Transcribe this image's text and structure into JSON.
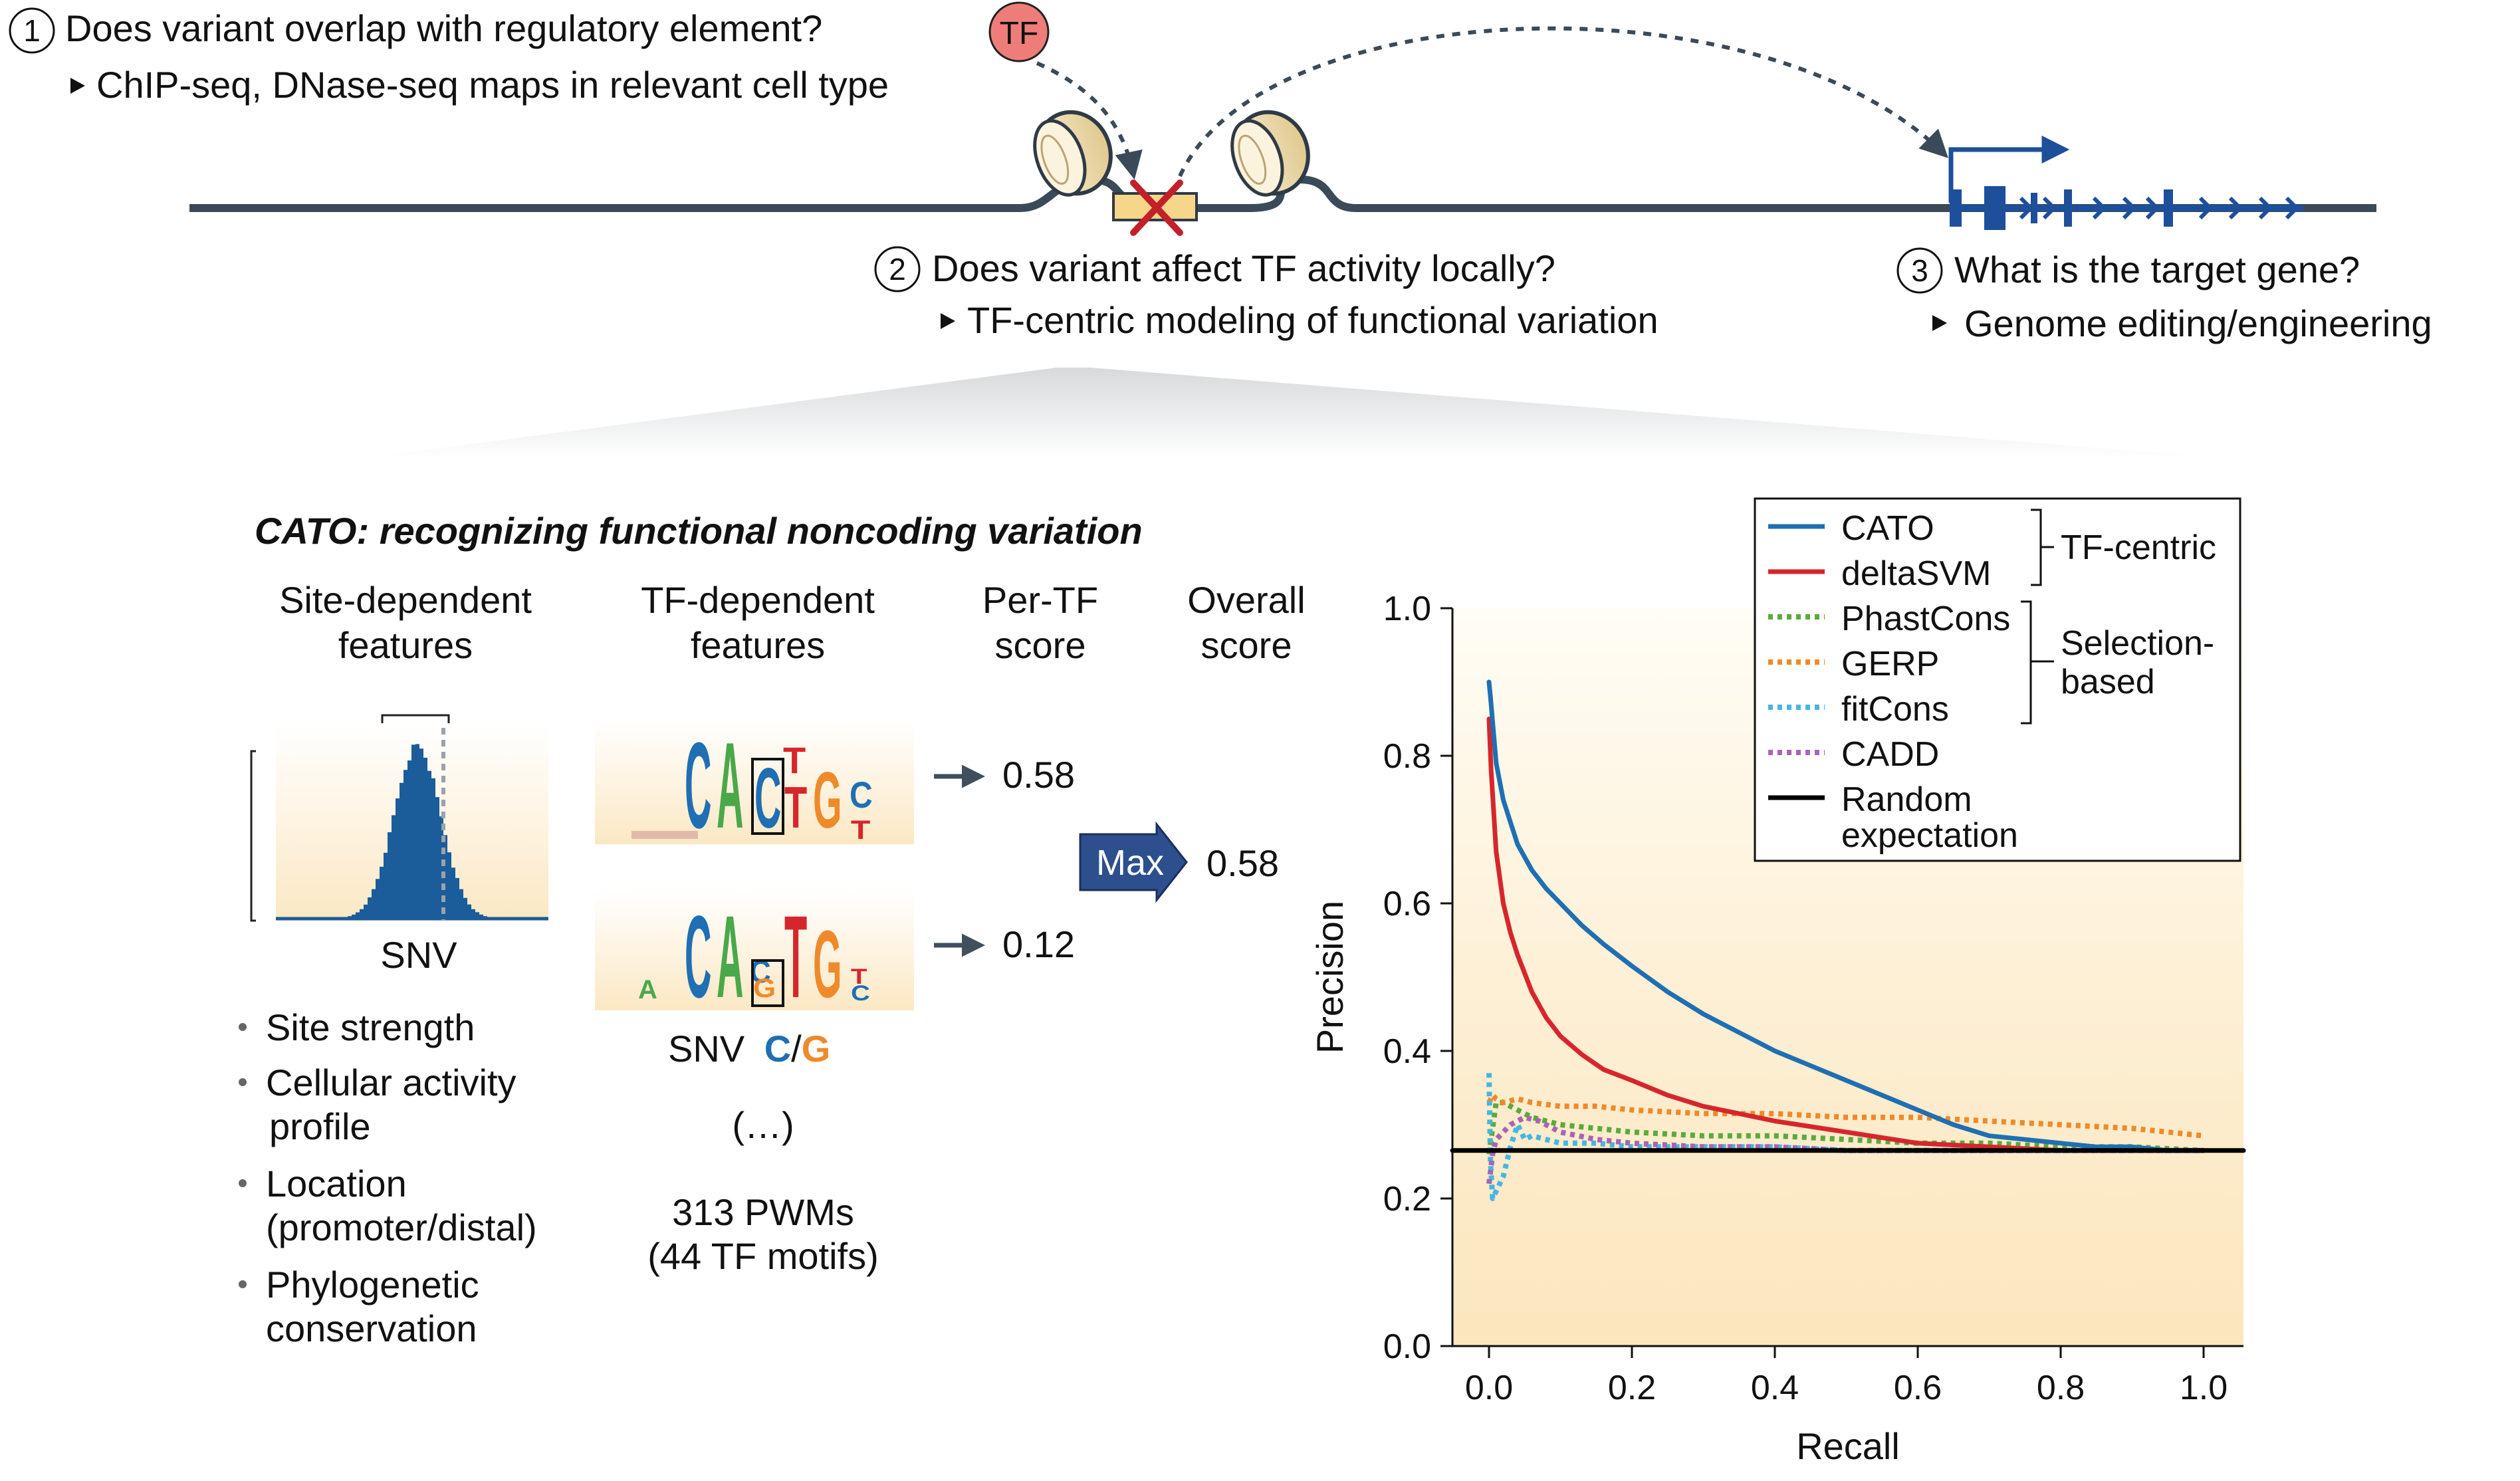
{
  "top": {
    "q1": {
      "num": "1",
      "text": "Does variant overlap with regulatory element?",
      "sub": "ChIP-seq, DNase-seq maps in relevant cell type"
    },
    "tf_badge": "TF",
    "q2": {
      "num": "2",
      "text": "Does variant affect TF activity locally?",
      "sub": "TF-centric modeling of functional variation"
    },
    "q3": {
      "num": "3",
      "text": "What is the target gene?",
      "sub": "Genome editing/engineering"
    }
  },
  "cato": {
    "title": "CATO: recognizing functional noncoding variation",
    "col_site": [
      "Site-dependent",
      "features"
    ],
    "col_tf": [
      "TF-dependent",
      "features"
    ],
    "col_pertf": [
      "Per-TF",
      "score"
    ],
    "col_overall": [
      "Overall",
      "score"
    ],
    "snv_label": "SNV",
    "snv_alleles": {
      "prefix": "SNV",
      "ref": "C",
      "sep": "/",
      "alt": "G"
    },
    "score1": "0.58",
    "score2": "0.12",
    "max_label": "Max",
    "overall_score": "0.58",
    "ellipsis": "(…)",
    "pwm_count": "313 PWMs",
    "motif_count": "(44 TF motifs)",
    "site_features": [
      [
        "Site strength"
      ],
      [
        "Cellular activity",
        "profile"
      ],
      [
        "Location",
        "(promoter/distal)"
      ],
      [
        "Phylogenetic",
        "conservation"
      ]
    ],
    "logo1_letters": "CACTGC",
    "logo2_letters": "CACGTGT"
  },
  "colors": {
    "cato": "#1f6fb2",
    "deltasvm": "#d6262c",
    "phastcons": "#5aaa3c",
    "gerp": "#ef8a2a",
    "fitcons": "#45b6e3",
    "cadd": "#a765b5",
    "random": "#000000",
    "dna": "#3a4a58",
    "gene": "#1e4f9a",
    "max_arrow": "#2d4f8e"
  },
  "chart_data": {
    "type": "line",
    "xlabel": "Recall",
    "ylabel": "Precision",
    "xlim": [
      0,
      1
    ],
    "ylim": [
      0,
      1
    ],
    "xticks": [
      "0.0",
      "0.2",
      "0.4",
      "0.6",
      "0.8",
      "1.0"
    ],
    "yticks": [
      "0.0",
      "0.2",
      "0.4",
      "0.6",
      "0.8",
      "1.0"
    ],
    "legend_placement": "top-right",
    "legend_groups": [
      {
        "label": "TF-centric",
        "members": [
          "CATO",
          "deltaSVM"
        ]
      },
      {
        "label": "Selection-based",
        "lines": [
          "Selection-",
          "based"
        ],
        "members": [
          "PhastCons",
          "GERP",
          "fitCons",
          "CADD"
        ]
      }
    ],
    "series": [
      {
        "name": "CATO",
        "style": "solid",
        "color": "#1f6fb2",
        "x": [
          0.0,
          0.002,
          0.01,
          0.02,
          0.04,
          0.06,
          0.08,
          0.1,
          0.13,
          0.16,
          0.2,
          0.25,
          0.3,
          0.35,
          0.4,
          0.45,
          0.5,
          0.55,
          0.6,
          0.65,
          0.7,
          0.75,
          0.8,
          0.85,
          0.9,
          0.95,
          1.0
        ],
        "y": [
          0.9,
          0.88,
          0.79,
          0.74,
          0.68,
          0.645,
          0.62,
          0.6,
          0.57,
          0.545,
          0.515,
          0.48,
          0.45,
          0.425,
          0.4,
          0.38,
          0.36,
          0.34,
          0.32,
          0.3,
          0.285,
          0.28,
          0.275,
          0.27,
          0.27,
          0.265,
          0.265
        ]
      },
      {
        "name": "deltaSVM",
        "style": "solid",
        "color": "#d6262c",
        "x": [
          0.0,
          0.003,
          0.01,
          0.02,
          0.03,
          0.04,
          0.06,
          0.08,
          0.1,
          0.13,
          0.16,
          0.2,
          0.25,
          0.3,
          0.35,
          0.4,
          0.5,
          0.6,
          0.7,
          0.8,
          0.9,
          1.0
        ],
        "y": [
          0.85,
          0.78,
          0.67,
          0.6,
          0.56,
          0.53,
          0.48,
          0.445,
          0.42,
          0.395,
          0.375,
          0.36,
          0.34,
          0.325,
          0.315,
          0.305,
          0.29,
          0.275,
          0.27,
          0.265,
          0.265,
          0.265
        ]
      },
      {
        "name": "PhastCons",
        "style": "dotted",
        "color": "#5aaa3c",
        "x": [
          0.0,
          0.01,
          0.02,
          0.04,
          0.06,
          0.08,
          0.1,
          0.15,
          0.2,
          0.3,
          0.4,
          0.5,
          0.6,
          0.7,
          0.8,
          0.9,
          1.0
        ],
        "y": [
          0.26,
          0.33,
          0.33,
          0.32,
          0.31,
          0.305,
          0.3,
          0.295,
          0.29,
          0.285,
          0.285,
          0.28,
          0.275,
          0.275,
          0.27,
          0.27,
          0.265
        ]
      },
      {
        "name": "GERP",
        "style": "dotted",
        "color": "#ef8a2a",
        "x": [
          0.0,
          0.005,
          0.01,
          0.02,
          0.04,
          0.06,
          0.1,
          0.15,
          0.2,
          0.3,
          0.4,
          0.5,
          0.6,
          0.7,
          0.8,
          0.9,
          0.95,
          1.0
        ],
        "y": [
          0.33,
          0.34,
          0.335,
          0.33,
          0.335,
          0.33,
          0.325,
          0.325,
          0.32,
          0.315,
          0.315,
          0.31,
          0.31,
          0.305,
          0.3,
          0.295,
          0.29,
          0.285
        ]
      },
      {
        "name": "fitCons",
        "style": "dotted",
        "color": "#45b6e3",
        "x": [
          0.0,
          0.002,
          0.005,
          0.01,
          0.02,
          0.03,
          0.04,
          0.05,
          0.06,
          0.08,
          0.1,
          0.15,
          0.2,
          0.3,
          0.4,
          0.5,
          0.6,
          0.8,
          1.0
        ],
        "y": [
          0.37,
          0.25,
          0.2,
          0.21,
          0.23,
          0.27,
          0.3,
          0.28,
          0.285,
          0.28,
          0.275,
          0.275,
          0.27,
          0.27,
          0.27,
          0.265,
          0.265,
          0.265,
          0.265
        ]
      },
      {
        "name": "CADD",
        "style": "dotted",
        "color": "#a765b5",
        "x": [
          0.0,
          0.005,
          0.01,
          0.02,
          0.03,
          0.05,
          0.07,
          0.1,
          0.15,
          0.2,
          0.3,
          0.4,
          0.5,
          0.6,
          0.8,
          1.0
        ],
        "y": [
          0.22,
          0.26,
          0.28,
          0.29,
          0.3,
          0.31,
          0.305,
          0.29,
          0.28,
          0.275,
          0.27,
          0.27,
          0.265,
          0.265,
          0.265,
          0.265
        ]
      },
      {
        "name": "Random expectation",
        "lines": [
          "Random",
          "expectation"
        ],
        "style": "solid",
        "color": "#000000",
        "x": [
          0.0,
          1.0
        ],
        "y": [
          0.265,
          0.265
        ]
      }
    ]
  }
}
